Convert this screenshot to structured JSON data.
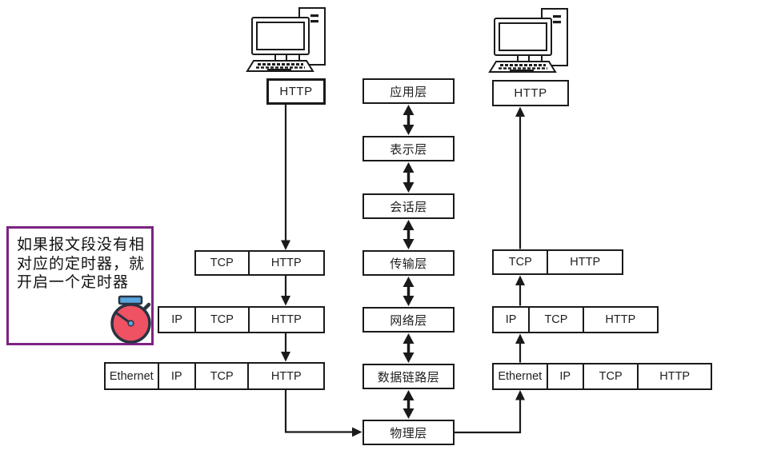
{
  "note": {
    "text": "如果报文段没有相对应的定时器，就开启一个定时器"
  },
  "osi": {
    "layers": [
      "应用层",
      "表示层",
      "会话层",
      "传输层",
      "网络层",
      "数据链路层",
      "物理层"
    ]
  },
  "left_host": {
    "top_protocol": "HTTP",
    "rows": [
      {
        "cells": [
          "TCP",
          "HTTP"
        ]
      },
      {
        "cells": [
          "IP",
          "TCP",
          "HTTP"
        ]
      },
      {
        "cells": [
          "Ethernet",
          "IP",
          "TCP",
          "HTTP"
        ]
      }
    ]
  },
  "right_host": {
    "top_protocol": "HTTP",
    "rows": [
      {
        "cells": [
          "TCP",
          "HTTP"
        ]
      },
      {
        "cells": [
          "IP",
          "TCP",
          "HTTP"
        ]
      },
      {
        "cells": [
          "Ethernet",
          "IP",
          "TCP",
          "HTTP"
        ]
      }
    ]
  },
  "icons": {
    "left_computer": "desktop-computer",
    "right_computer": "desktop-computer",
    "stopwatch": "stopwatch"
  },
  "colors": {
    "line": "#1a1a1a",
    "note_border": "#7d2283",
    "stopwatch_body": "#ef5263",
    "stopwatch_accent": "#57a7dd",
    "stopwatch_outline": "#2a3342"
  }
}
